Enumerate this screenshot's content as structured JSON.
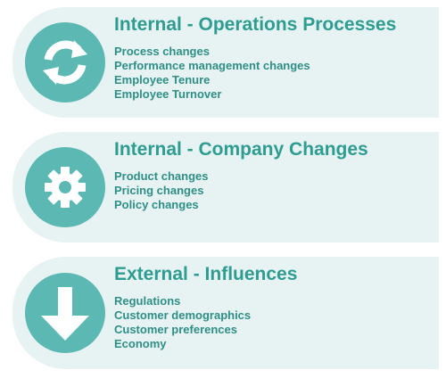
{
  "colors": {
    "panel_background": "#e6f3f2",
    "icon_circle": "#5bb8b2",
    "title": "#2f9c92",
    "item_text": "#2f8f87"
  },
  "sections": [
    {
      "title": "Internal - Operations Processes",
      "icon": "refresh-icon",
      "items": [
        "Process changes",
        "Performance management changes",
        "Employee Tenure",
        "Employee Turnover"
      ]
    },
    {
      "title": "Internal - Company Changes",
      "icon": "gear-icon",
      "items": [
        "Product changes",
        "Pricing changes",
        "Policy changes"
      ]
    },
    {
      "title": "External - Influences",
      "icon": "arrow-down-icon",
      "items": [
        "Regulations",
        "Customer demographics",
        "Customer preferences",
        "Economy"
      ]
    }
  ]
}
